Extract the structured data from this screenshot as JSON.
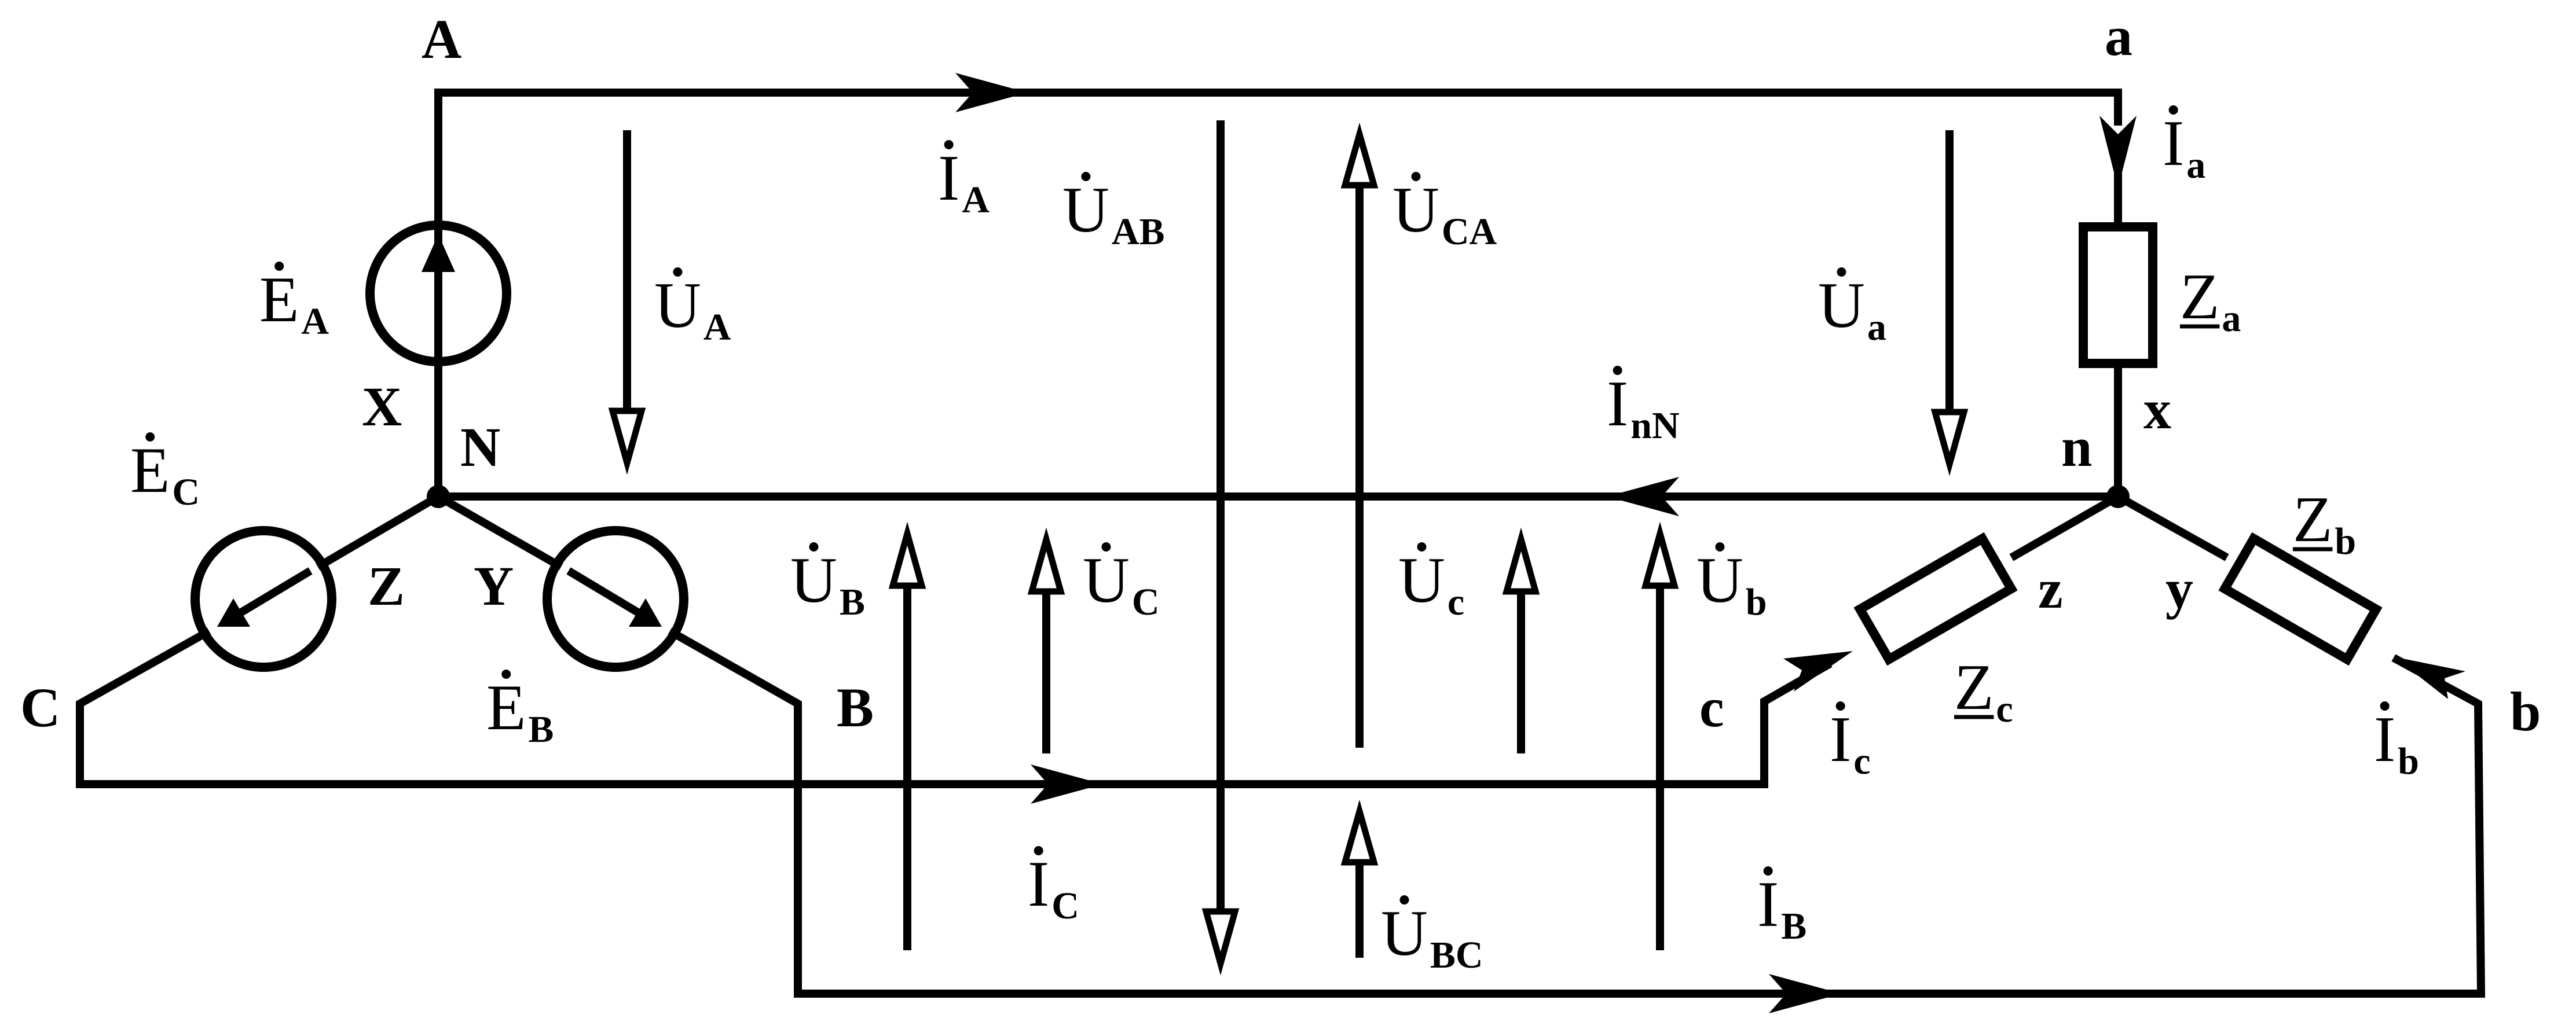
{
  "nodes": {
    "A": "A",
    "X": "X",
    "N": "N",
    "Z": "Z",
    "Y": "Y",
    "C": "C",
    "B": "B",
    "a": "a",
    "x": "x",
    "n": "n",
    "z": "z",
    "y": "y",
    "c": "c",
    "b": "b"
  },
  "labels": {
    "E_A": {
      "main": "E",
      "sub": "A"
    },
    "E_B": {
      "main": "E",
      "sub": "B"
    },
    "E_C": {
      "main": "E",
      "sub": "C"
    },
    "I_A": {
      "main": "I",
      "sub": "A"
    },
    "I_B": {
      "main": "I",
      "sub": "B"
    },
    "I_C": {
      "main": "I",
      "sub": "C"
    },
    "I_a": {
      "main": "I",
      "sub": "a"
    },
    "I_b": {
      "main": "I",
      "sub": "b"
    },
    "I_c": {
      "main": "I",
      "sub": "c"
    },
    "I_nN": {
      "main": "I",
      "sub": "nN"
    },
    "U_A": {
      "main": "U",
      "sub": "A"
    },
    "U_B": {
      "main": "U",
      "sub": "B"
    },
    "U_C": {
      "main": "U",
      "sub": "C"
    },
    "U_AB": {
      "main": "U",
      "sub": "AB"
    },
    "U_BC": {
      "main": "U",
      "sub": "BC"
    },
    "U_CA": {
      "main": "U",
      "sub": "CA"
    },
    "U_a": {
      "main": "U",
      "sub": "a"
    },
    "U_b": {
      "main": "U",
      "sub": "b"
    },
    "U_c": {
      "main": "U",
      "sub": "c"
    },
    "Z_a": {
      "main": "Z",
      "sub": "a"
    },
    "Z_b": {
      "main": "Z",
      "sub": "b"
    },
    "Z_c": {
      "main": "Z",
      "sub": "c"
    }
  },
  "colors": {
    "ink": "#000000",
    "background": "#ffffff"
  }
}
